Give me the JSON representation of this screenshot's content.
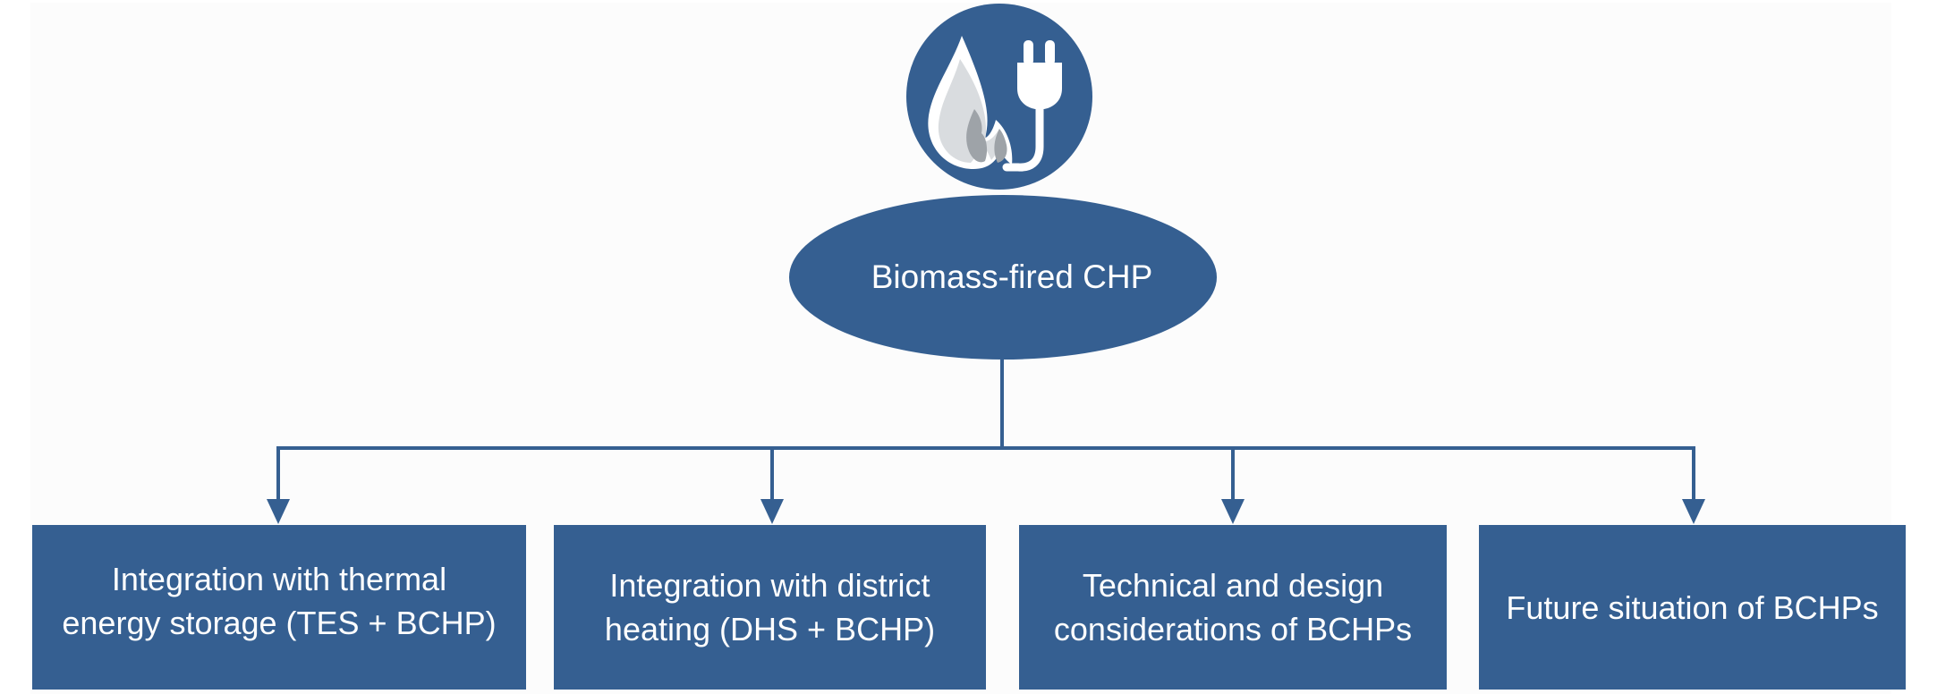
{
  "diagram": {
    "icon": "flame-and-plug-icon",
    "root": {
      "label": "Biomass-fired CHP"
    },
    "children": [
      {
        "lines": [
          "Integration with thermal",
          "energy storage (TES + BCHP)"
        ]
      },
      {
        "lines": [
          "Integration with district",
          "heating (DHS + BCHP)"
        ]
      },
      {
        "lines": [
          "Technical and design",
          "considerations of BCHPs"
        ]
      },
      {
        "lines": [
          "Future situation of BCHPs"
        ]
      }
    ],
    "colors": {
      "primary": "#355f91",
      "text": "#ffffff",
      "background": "#fcfcfc",
      "flame_light": "#d9dcdf",
      "flame_dark": "#9ea3a8"
    }
  }
}
